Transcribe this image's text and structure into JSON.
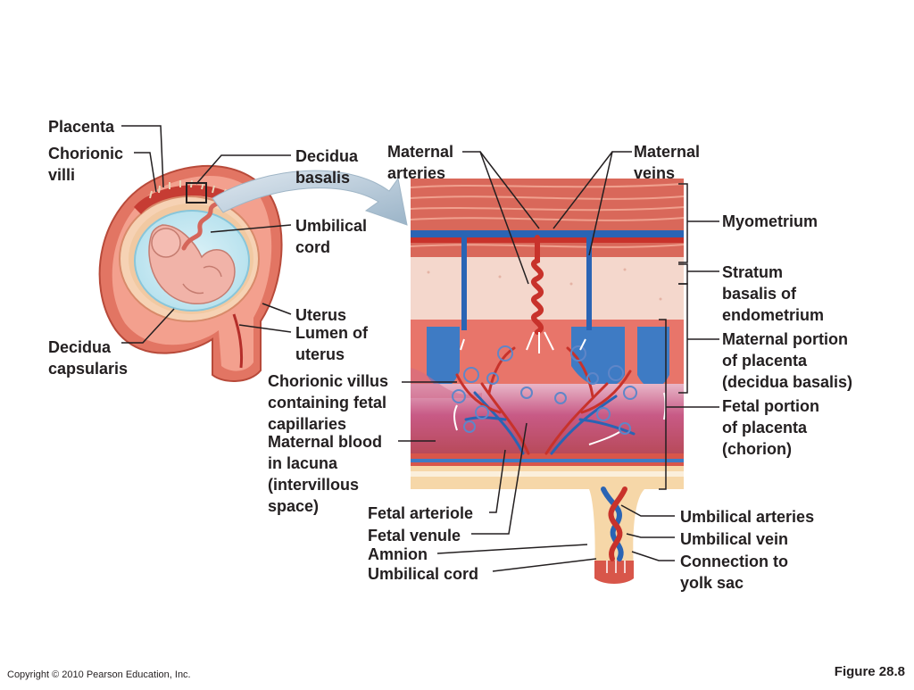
{
  "labels": {
    "placenta": "Placenta",
    "chorionic_villi": "Chorionic\nvilli",
    "decidua_basalis_left": "Decidua\nbasalis",
    "umbilical_cord_left": "Umbilical\ncord",
    "uterus": "Uterus",
    "lumen_of_uterus": "Lumen of\nuterus",
    "decidua_capsularis": "Decidua\ncapsularis",
    "maternal_arteries": "Maternal\narteries",
    "maternal_veins": "Maternal\nveins",
    "myometrium": "Myometrium",
    "stratum_basalis": "Stratum\nbasalis of\nendometrium",
    "maternal_portion": "Maternal portion\nof placenta\n(decidua basalis)",
    "fetal_portion": "Fetal portion\nof placenta\n(chorion)",
    "chorionic_villus": "Chorionic villus\ncontaining fetal\ncapillaries",
    "maternal_blood": "Maternal blood\nin lacuna\n(intervillous\nspace)",
    "fetal_arteriole": "Fetal arteriole",
    "fetal_venule": "Fetal venule",
    "amnion": "Amnion",
    "umbilical_cord_bottom": "Umbilical cord",
    "umbilical_arteries": "Umbilical arteries",
    "umbilical_vein": "Umbilical vein",
    "connection_yolk_sac": "Connection to\nyolk sac"
  },
  "footer": {
    "copyright": "Copyright © 2010 Pearson Education, Inc.",
    "figure": "Figure 28.8"
  },
  "colors": {
    "muscle": "#d9685a",
    "muscle_light": "#ef9c8a",
    "stratum": "#f4d7cc",
    "decidua": "#d2453a",
    "artery": "#c8322b",
    "vein": "#2a64b4",
    "lacuna": "#c84a7a",
    "leader": "#231f20"
  }
}
